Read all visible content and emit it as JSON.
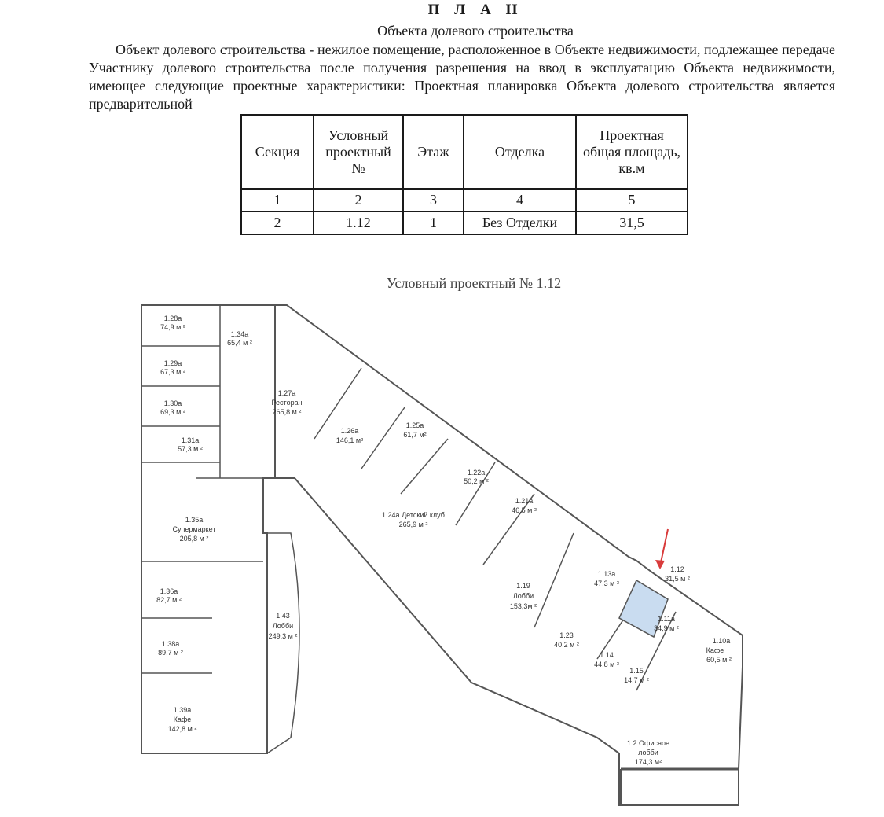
{
  "document": {
    "title": "П Л А Н",
    "subtitle": "Объекта долевого строительства",
    "intro": "Объект долевого строительства - нежилое помещение, расположенное в Объекте недвижимости, подлежащее передаче Участнику долевого строительства после получения разрешения на ввод в эксплуатацию Объекта недвижимости, имеющее следующие проектные характеристики: Проектная планировка Объекта долевого строительства является предварительной"
  },
  "table": {
    "headers": [
      "Секция",
      "Условный проектный №",
      "Этаж",
      "Отделка",
      "Проектная общая площадь, кв.м"
    ],
    "column_numbers": [
      "1",
      "2",
      "3",
      "4",
      "5"
    ],
    "rows": [
      [
        "2",
        "1.12",
        "1",
        "Без Отделки",
        "31,5"
      ]
    ]
  },
  "plan": {
    "caption": "Условный проектный № 1.12",
    "highlight_color": "#c9dcf0",
    "marker_color": "#d93b3b",
    "rooms": [
      {
        "code": "1.28а",
        "area": "74,9 м ²"
      },
      {
        "code": "1.34а",
        "area": "65,4 м ²"
      },
      {
        "code": "1.29а",
        "area": "67,3 м ²"
      },
      {
        "code": "1.27а",
        "name": "Ресторан",
        "area": "265,8 м ²"
      },
      {
        "code": "1.30а",
        "area": "69,3 м ²"
      },
      {
        "code": "1.26а",
        "area": "146,1 м²"
      },
      {
        "code": "1.25а",
        "area": "61,7 м²"
      },
      {
        "code": "1.31а",
        "area": "57,3 м ²"
      },
      {
        "code": "1.22а",
        "area": "50,2 м ²"
      },
      {
        "code": "1.35а",
        "name": "Супермаркет",
        "area": "205,8 м ²"
      },
      {
        "code": "1.24а",
        "name": "Детский клуб",
        "area": "265,9 м ²"
      },
      {
        "code": "1.21а",
        "area": "46,5 м ²"
      },
      {
        "code": "1.12",
        "area": "31,5 м ²"
      },
      {
        "code": "1.13а",
        "area": "47,3 м ²"
      },
      {
        "code": "1.36а",
        "area": "82,7 м ²"
      },
      {
        "code": "1.19",
        "name": "Лобби",
        "area": "153,3м ²"
      },
      {
        "code": "1.43",
        "name": "Лобби",
        "area": "249,3 м ²"
      },
      {
        "code": "1.11а",
        "area": "34,9 м ²"
      },
      {
        "code": "1.10а",
        "name": "Кафе",
        "area": "60,5 м ²"
      },
      {
        "code": "1.38а",
        "area": "89,7 м ²"
      },
      {
        "code": "1.23",
        "area": "40,2 м ²"
      },
      {
        "code": "1.14",
        "area": "44,8 м ²"
      },
      {
        "code": "1.15",
        "area": "14,7 м ²"
      },
      {
        "code": "1.39а",
        "name": "Кафе",
        "area": "142,8 м ²"
      },
      {
        "code": "1.2 Офисное",
        "name": "лобби",
        "area": "174,3 м²"
      }
    ]
  }
}
